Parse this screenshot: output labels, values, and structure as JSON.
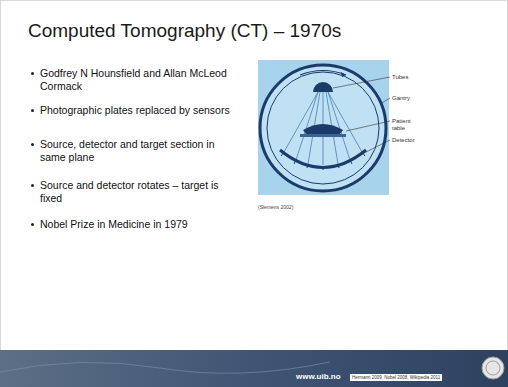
{
  "diagram": {
    "title": "Computed Tomography (CT) – 1970s",
    "labels": [
      "Godfrey N Hounsfield and Allan McLeod Cormack",
      "Photographic plates replaced by sensors",
      "Source, detector and target section in same plane",
      "Source and detector rotates – target is fixed",
      "Nobel Prize in Medicine in 1979",
      "Tubes",
      "Gantry",
      "Patient table",
      "Detector",
      "(Siemens 2002)",
      "www.uib.no",
      "Hermann 2009, Nobel 2008, Wikipedia 2011"
    ]
  }
}
